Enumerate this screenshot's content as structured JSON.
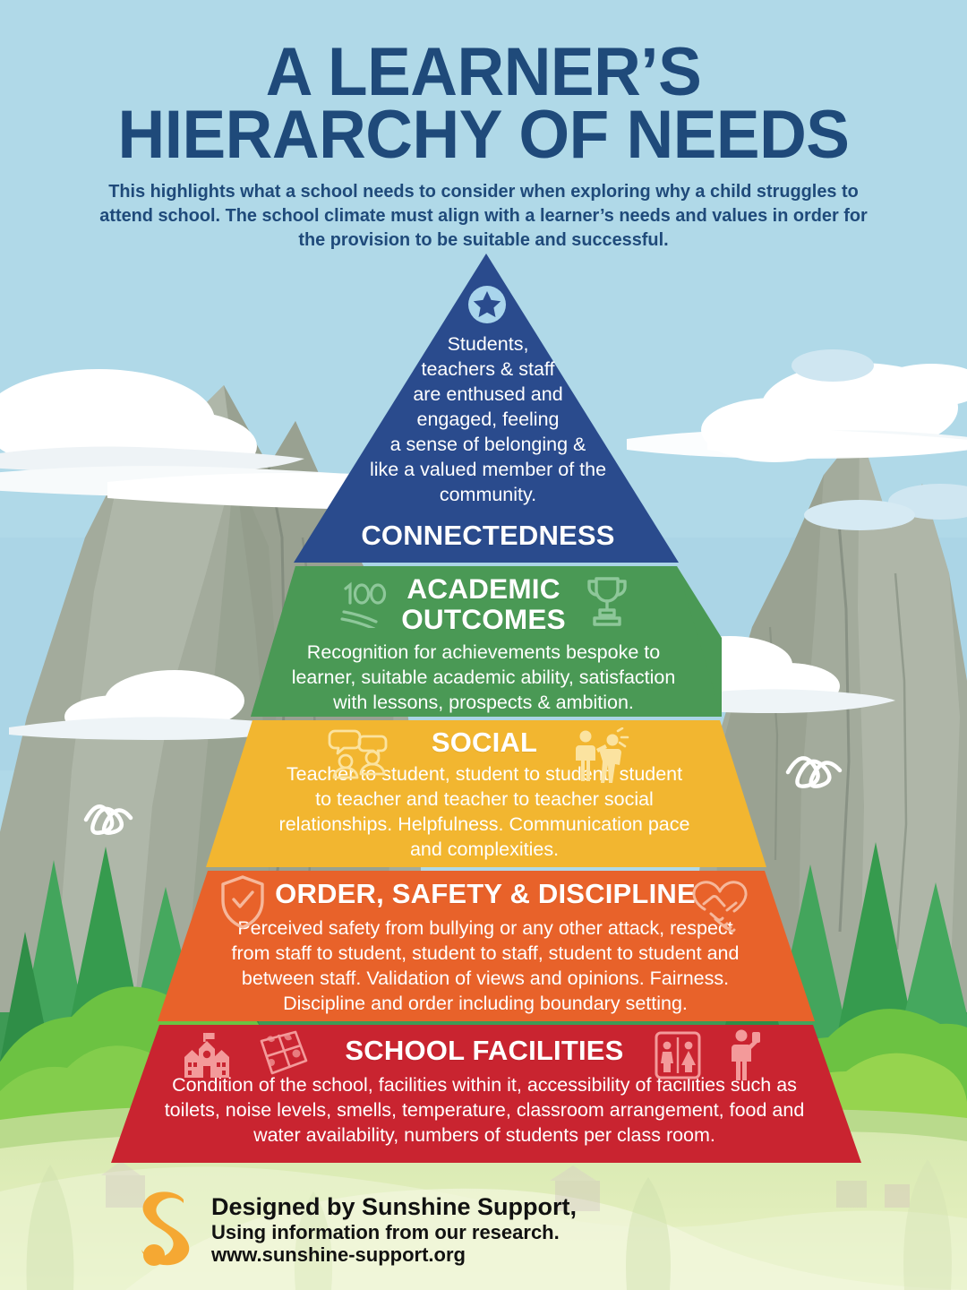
{
  "header": {
    "title_line1": "A LEARNER’S",
    "title_line2": "HIERARCHY OF NEEDS",
    "subtitle": "This highlights what a school needs to consider when exploring why a child struggles to attend school. The school climate must align with a learner’s needs and values in order for the provision to be suitable and successful.",
    "title_color": "#1f4a7a",
    "sky_color": "#b0d9e8"
  },
  "pyramid": {
    "tiers": [
      {
        "id": "connectedness",
        "heading": "CONNECTEDNESS",
        "body": "Students, teachers & staff are enthused and engaged, feeling a sense of belonging & like a valued member of the community.",
        "body_lines": [
          "Students,",
          "teachers & staff",
          "are enthused and",
          "engaged, feeling",
          "a sense of belonging &",
          "like a valued member of the",
          "community."
        ],
        "color": "#2a4b8d",
        "icons": [
          "star-badge-icon"
        ]
      },
      {
        "id": "academic-outcomes",
        "heading_lines": [
          "ACADEMIC",
          "OUTCOMES"
        ],
        "heading": "ACADEMIC OUTCOMES",
        "body": "Recognition for achievements bespoke to learner, suitable academic ability, satisfaction with lessons, prospects & ambition.",
        "body_lines": [
          "Recognition for achievements bespoke to",
          "learner, suitable academic ability, satisfaction",
          "with lessons, prospects & ambition."
        ],
        "color": "#4a9955",
        "icons": [
          "hundred-points-icon",
          "trophy-icon"
        ]
      },
      {
        "id": "social",
        "heading": "SOCIAL",
        "body": "Teacher to student, student to student, student to teacher and teacher to teacher social relationships. Helpfulness. Communication pace and complexities.",
        "body_lines": [
          "Teacher to student, student to student, student",
          "to teacher and teacher to teacher social",
          "relationships. Helpfulness. Communication pace",
          "and complexities."
        ],
        "color": "#f2b630",
        "icons": [
          "speech-bubbles-people-icon",
          "people-greeting-icon"
        ]
      },
      {
        "id": "order-safety-discipline",
        "heading": "ORDER, SAFETY & DISCIPLINE",
        "body": "Perceived safety from bullying or any other attack, respect from staff to student, student to staff, student to student and between staff. Validation of views and opinions. Fairness. Discipline and order including boundary setting.",
        "body_lines": [
          "Perceived safety from bullying or any other attack, respect",
          "from staff to student, student to staff, student to student and",
          "between staff. Validation of views and opinions. Fairness.",
          "Discipline and order including boundary setting."
        ],
        "color": "#e8622a",
        "icons": [
          "shield-check-icon",
          "handshake-heart-icon"
        ]
      },
      {
        "id": "school-facilities",
        "heading": "SCHOOL FACILITIES",
        "body": "Condition of the school, facilities within it, accessibility of facilities such as toilets, noise levels, smells, temperature, classroom arrangement, food and water availability, numbers of students per class room.",
        "body_lines": [
          "Condition of the school, facilities within it, accessibility of facilities such as",
          "toilets, noise levels, smells, temperature, classroom arrangement, food and",
          "water availability, numbers of students per class room."
        ],
        "color": "#c92430",
        "icons": [
          "school-building-icon",
          "lunchbox-icon",
          "restroom-sign-icon",
          "person-drinking-icon"
        ]
      }
    ]
  },
  "footer": {
    "line1": "Designed by Sunshine Support,",
    "line2": "Using information from our research.",
    "line3": "www.sunshine-support.org",
    "logo": "sunshine-s-logo",
    "logo_color": "#f5a833",
    "text_color": "#111111"
  },
  "scenery": {
    "sky": "#b0d9e8",
    "mountain": "#9aa396",
    "forest": "#3e9a55",
    "meadow": "#cfe3a8",
    "cloud": "#ffffff",
    "doodles": [
      "squiggle-left",
      "squiggle-right"
    ]
  }
}
